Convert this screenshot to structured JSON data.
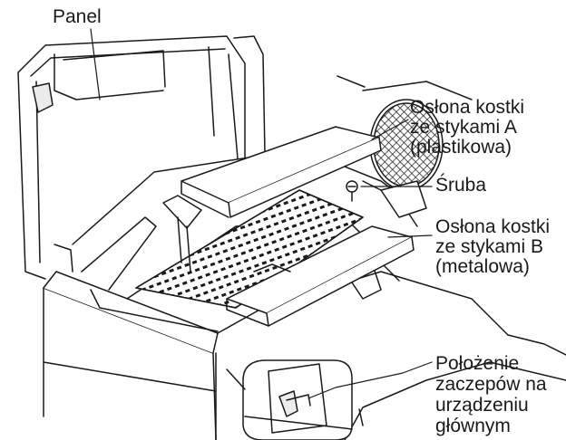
{
  "labels": {
    "panel": "Panel",
    "cover_a": "Osłona kostki\nze stykami A\n(plastikowa)",
    "screw": "Śruba",
    "cover_b": "Osłona kostki\nze stykami B\n(metalowa)",
    "hook_position": "Położenie\nzaczepów na\nurządzeniu\ngłównym"
  },
  "colors": {
    "line": "#1a1a1a",
    "fill": "#ffffff",
    "shade": "#ececec"
  }
}
